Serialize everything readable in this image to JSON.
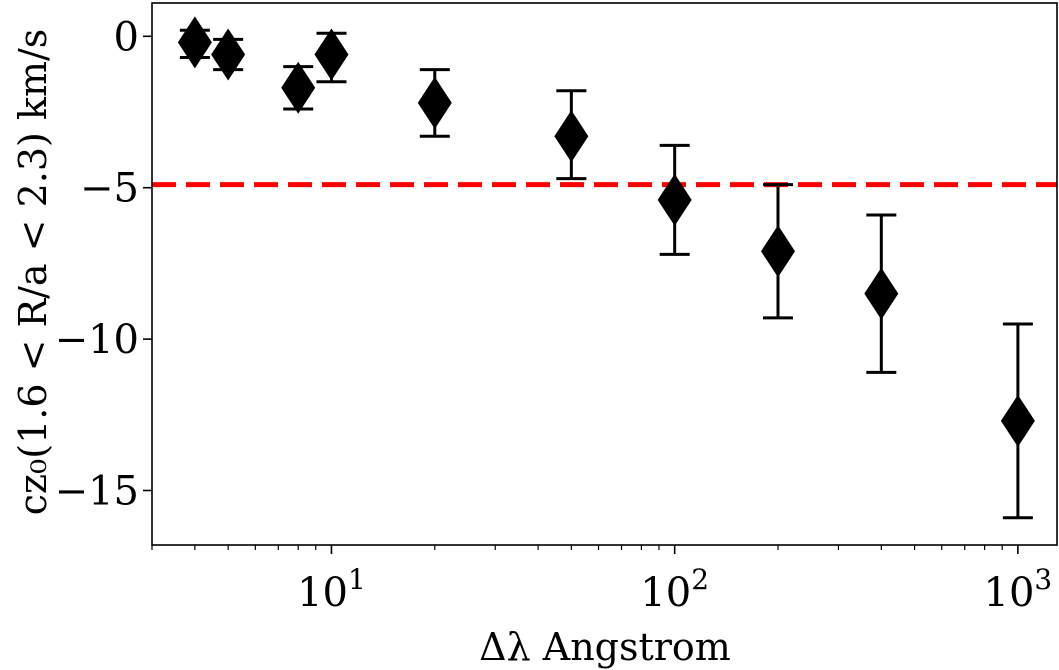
{
  "chart_data": {
    "type": "scatter",
    "xscale": "log",
    "xlim": [
      3.0,
      1300
    ],
    "ylim": [
      -16.8,
      1.1
    ],
    "xlabel": "Δλ Angstrom",
    "ylabel": "cz₀(1.6 < R/a < 2.3) km/s",
    "x_ticks": [
      {
        "value": 10,
        "base": "10",
        "exp": "1"
      },
      {
        "value": 100,
        "base": "10",
        "exp": "2"
      },
      {
        "value": 1000,
        "base": "10",
        "exp": "3"
      }
    ],
    "y_ticks": [
      {
        "value": 0,
        "label": "0"
      },
      {
        "value": -5,
        "label": "−5"
      },
      {
        "value": -10,
        "label": "−10"
      },
      {
        "value": -15,
        "label": "−15"
      }
    ],
    "series": [
      {
        "marker": "diamond",
        "color": "#000000",
        "points": [
          {
            "x": 4,
            "y": -0.2,
            "err_low": 0.5,
            "err_high": 0.4
          },
          {
            "x": 5,
            "y": -0.6,
            "err_low": 0.5,
            "err_high": 0.5
          },
          {
            "x": 8,
            "y": -1.7,
            "err_low": 0.7,
            "err_high": 0.7
          },
          {
            "x": 10,
            "y": -0.6,
            "err_low": 0.9,
            "err_high": 0.7
          },
          {
            "x": 20,
            "y": -2.2,
            "err_low": 1.1,
            "err_high": 1.1
          },
          {
            "x": 50,
            "y": -3.3,
            "err_low": 1.4,
            "err_high": 1.5
          },
          {
            "x": 100,
            "y": -5.4,
            "err_low": 1.8,
            "err_high": 1.8
          },
          {
            "x": 200,
            "y": -7.1,
            "err_low": 2.2,
            "err_high": 2.2
          },
          {
            "x": 400,
            "y": -8.5,
            "err_low": 2.6,
            "err_high": 2.6
          },
          {
            "x": 1000,
            "y": -12.7,
            "err_low": 3.2,
            "err_high": 3.2
          }
        ]
      }
    ],
    "reference_line": {
      "y": -4.9,
      "color": "#ff0000",
      "style": "dashed"
    },
    "grid": false,
    "legend": "none"
  }
}
